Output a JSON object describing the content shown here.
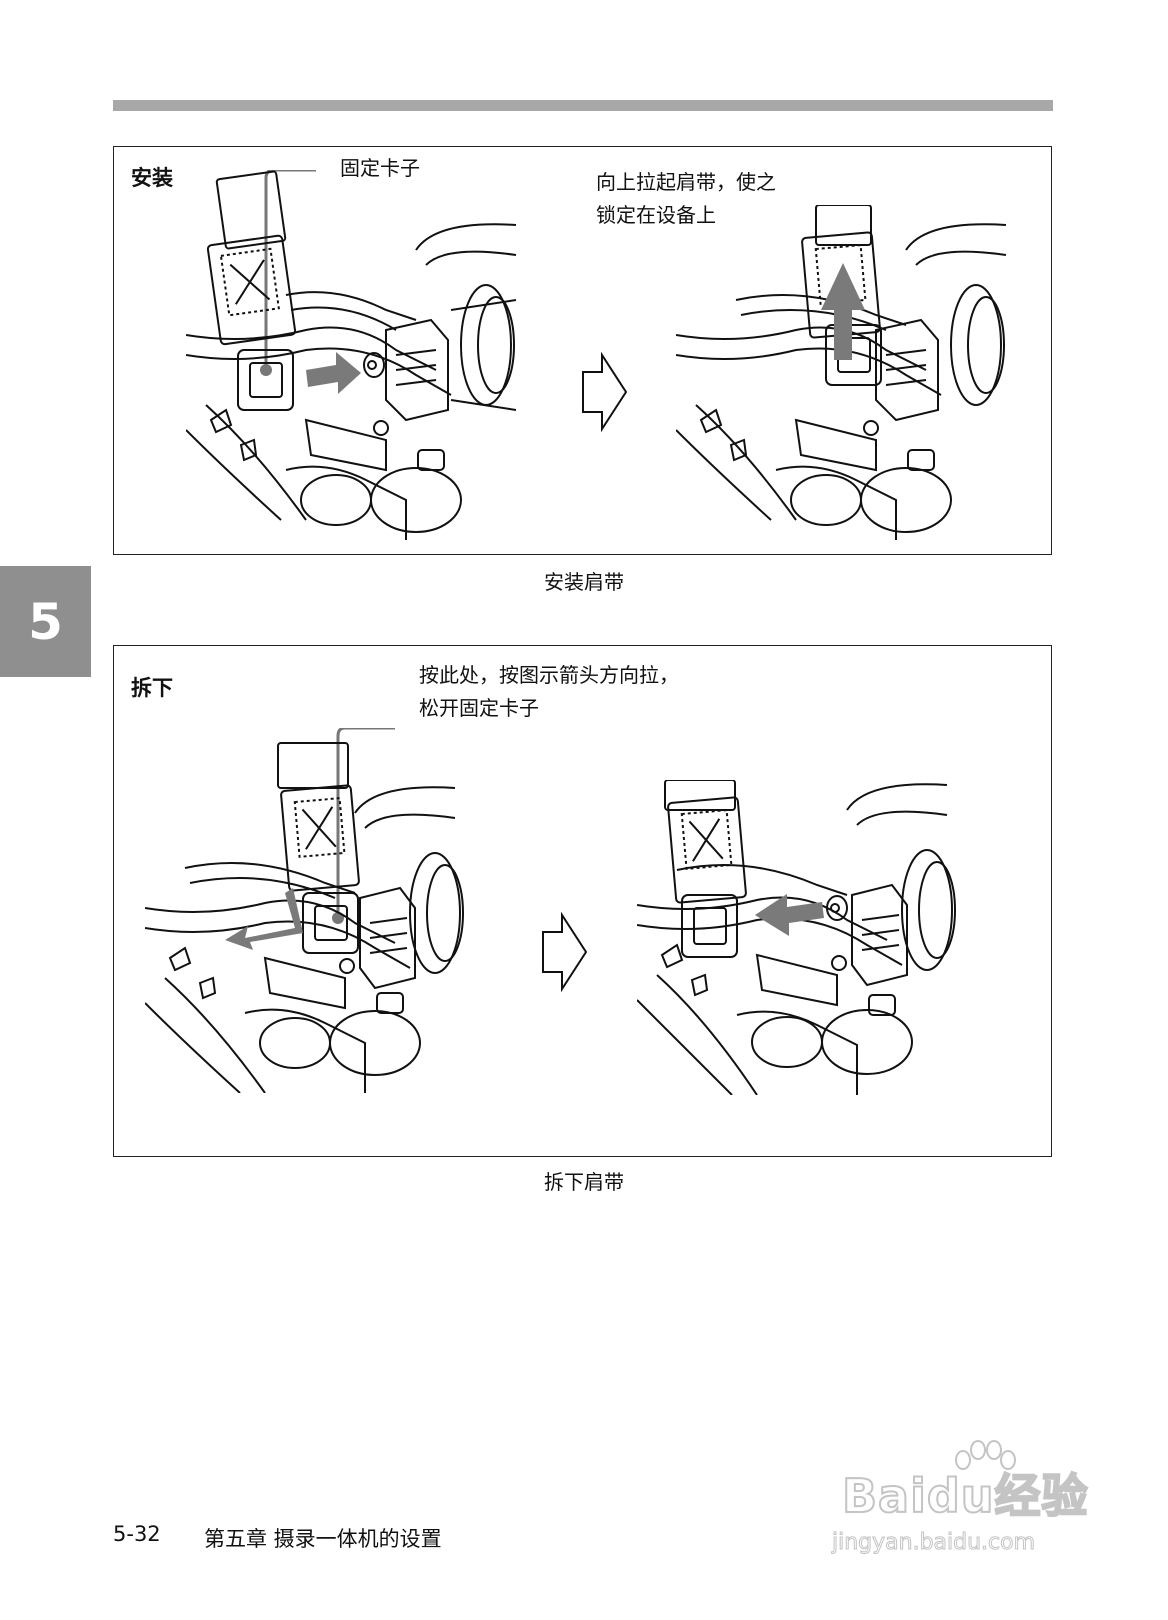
{
  "chapter_tab": "5",
  "install": {
    "title": "安装",
    "label_clip": "固定卡子",
    "label_pull": "向上拉起肩带，使之\n锁定在设备上",
    "caption": "安装肩带"
  },
  "remove": {
    "title": "拆下",
    "label_press": "按此处，按图示箭头方向拉，\n松开固定卡子",
    "caption": "拆下肩带"
  },
  "footer": {
    "page_number": "5-32",
    "chapter_title": "第五章  摄录一体机的设置"
  },
  "watermark": {
    "brand": "Baidu经验",
    "url": "jingyan.baidu.com"
  },
  "colors": {
    "bar_gray": "#a8a8a8",
    "tab_gray": "#8f8f8f",
    "arrow_gray": "#7a7a7a"
  }
}
